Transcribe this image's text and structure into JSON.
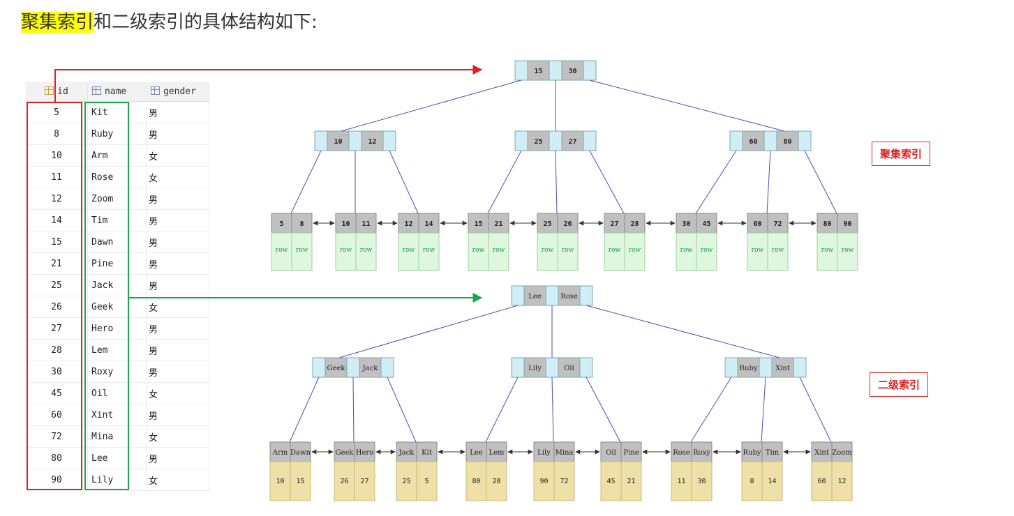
{
  "heading": {
    "highlight": "聚集索引",
    "rest": "和二级索引的具体结构如下:"
  },
  "table": {
    "columns": [
      "id",
      "name",
      "gender"
    ],
    "rows": [
      [
        "5",
        "Kit",
        "男"
      ],
      [
        "8",
        "Ruby",
        "男"
      ],
      [
        "10",
        "Arm",
        "女"
      ],
      [
        "11",
        "Rose",
        "女"
      ],
      [
        "12",
        "Zoom",
        "男"
      ],
      [
        "14",
        "Tim",
        "男"
      ],
      [
        "15",
        "Dawn",
        "男"
      ],
      [
        "21",
        "Pine",
        "男"
      ],
      [
        "25",
        "Jack",
        "男"
      ],
      [
        "26",
        "Geek",
        "女"
      ],
      [
        "27",
        "Hero",
        "男"
      ],
      [
        "28",
        "Lem",
        "男"
      ],
      [
        "30",
        "Roxy",
        "男"
      ],
      [
        "45",
        "Oil",
        "女"
      ],
      [
        "60",
        "Xint",
        "男"
      ],
      [
        "72",
        "Mina",
        "女"
      ],
      [
        "80",
        "Lee",
        "男"
      ],
      [
        "90",
        "Lily",
        "女"
      ]
    ]
  },
  "labels": {
    "clustered": "聚集索引",
    "secondary": "二级索引"
  },
  "clustered_tree": {
    "root": [
      "15",
      "30"
    ],
    "internal": [
      [
        "10",
        "12"
      ],
      [
        "25",
        "27"
      ],
      [
        "60",
        "80"
      ]
    ],
    "leaves": [
      [
        "5",
        "8"
      ],
      [
        "10",
        "11"
      ],
      [
        "12",
        "14"
      ],
      [
        "15",
        "21"
      ],
      [
        "25",
        "26"
      ],
      [
        "27",
        "28"
      ],
      [
        "30",
        "45"
      ],
      [
        "60",
        "72"
      ],
      [
        "80",
        "90"
      ]
    ],
    "row_text": "row"
  },
  "secondary_tree": {
    "root": [
      "Lee",
      "Rose"
    ],
    "internal": [
      [
        "Geek",
        "Jack"
      ],
      [
        "Lily",
        "Oil"
      ],
      [
        "Ruby",
        "Xint"
      ]
    ],
    "leaves": [
      {
        "keys": [
          "Arm",
          "Dawn"
        ],
        "ids": [
          "10",
          "15"
        ]
      },
      {
        "keys": [
          "Geek",
          "Hero"
        ],
        "ids": [
          "26",
          "27"
        ]
      },
      {
        "keys": [
          "Jack",
          "Kit"
        ],
        "ids": [
          "25",
          "5"
        ]
      },
      {
        "keys": [
          "Lee",
          "Lem"
        ],
        "ids": [
          "80",
          "28"
        ]
      },
      {
        "keys": [
          "Lily",
          "Mina"
        ],
        "ids": [
          "90",
          "72"
        ]
      },
      {
        "keys": [
          "Oil",
          "Pine"
        ],
        "ids": [
          "45",
          "21"
        ]
      },
      {
        "keys": [
          "Rose",
          "Roxy"
        ],
        "ids": [
          "11",
          "30"
        ]
      },
      {
        "keys": [
          "Ruby",
          "Tim"
        ],
        "ids": [
          "8",
          "14"
        ]
      },
      {
        "keys": [
          "Xint",
          "Zoom"
        ],
        "ids": [
          "60",
          "12"
        ]
      }
    ]
  },
  "colors": {
    "pointer_cell": "#cfeef5",
    "key_cell": "#c0c0c0",
    "row_cell": "#dff7df",
    "id_cell": "#efe0a8",
    "edge": "#4a4fb0",
    "red": "#e02020",
    "green": "#18a84a"
  }
}
